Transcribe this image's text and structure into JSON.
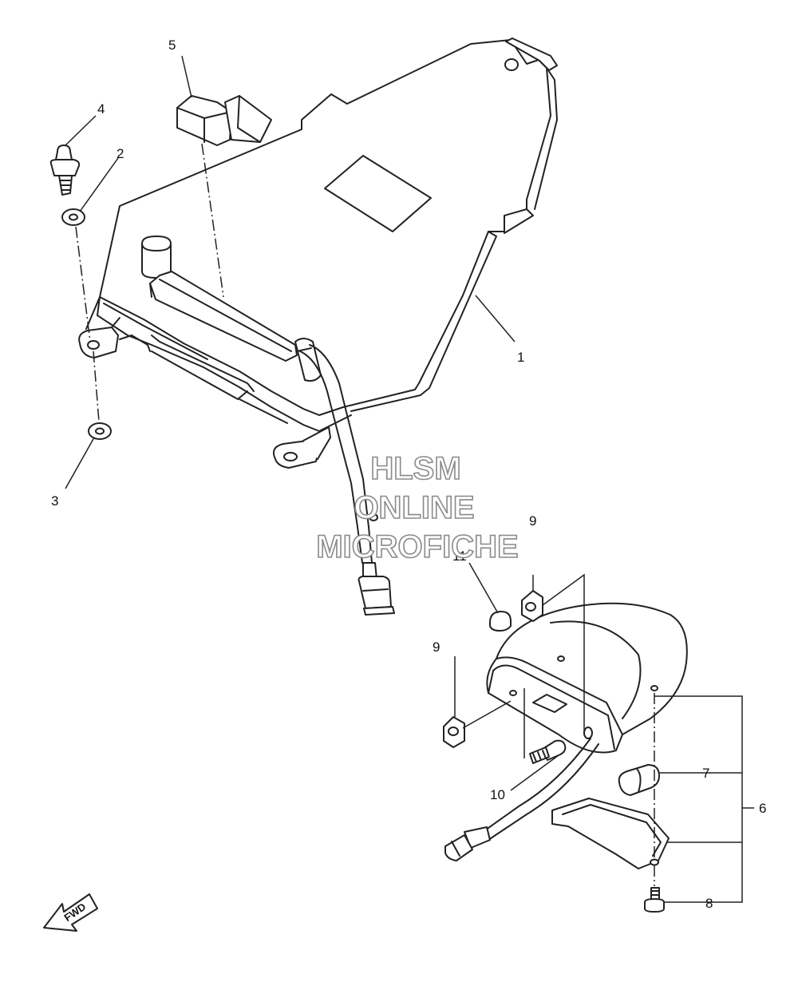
{
  "callouts": {
    "c1": "1",
    "c2": "2",
    "c3": "3",
    "c4": "4",
    "c5": "5",
    "c6": "6",
    "c7": "7",
    "c8": "8",
    "c9a": "9",
    "c9b": "9",
    "c10": "10",
    "c11": "11"
  },
  "watermark": {
    "line1": "HLSM",
    "line2": "ONLINE",
    "line3": "MICROFICHE"
  },
  "fwd_label": "FWD",
  "colors": {
    "line": "#222222",
    "watermark_outline": "#8a8a8a",
    "background": "#ffffff"
  }
}
